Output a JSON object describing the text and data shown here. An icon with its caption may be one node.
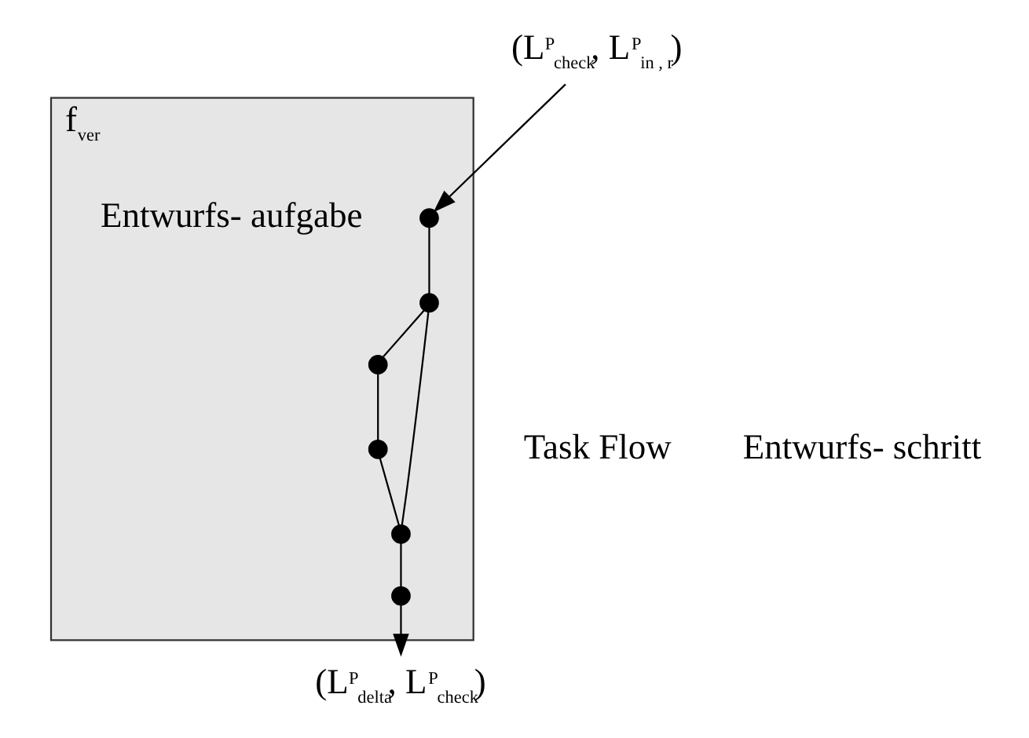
{
  "diagram": {
    "nodes": [
      {
        "text": [
          "(L$^{P}$$_{check}$, L$^{P}$$_{in , r}$)"
        ]
      },
      {
        "text": [
          "f$_{ver}$"
        ]
      },
      {
        "text": [],
        "shape": "circle",
        "in": 1
      },
      {
        "text": [],
        "shape": "circle",
        "in": 1
      },
      {
        "text": [],
        "shape": "circle",
        "in": 1
      },
      {
        "text": [],
        "shape": "circle",
        "in": 1
      },
      {
        "text": [],
        "shape": "circle",
        "in": 1
      },
      {
        "text": [],
        "shape": "circle",
        "in": 1
      },
      {
        "text": [
          "(L$^{P}$$_{delta}$, L$^{P}$$_{check}$)"
        ]
      }
    ],
    "edges": [
      {
        "from": 0,
        "to": 2,
        "arrow": "to"
      },
      {
        "from": 2,
        "to": 3,
        "arrow": "none"
      },
      {
        "from": 3,
        "to": 4,
        "arrow": "none"
      },
      {
        "from": 4,
        "to": 5,
        "arrow": "none"
      },
      {
        "from": 5,
        "to": 6,
        "arrow": "none"
      },
      {
        "from": 3,
        "to": 6,
        "arrow": "none"
      },
      {
        "from": 6,
        "to": 7,
        "arrow": "none"
      },
      {
        "from": 7,
        "to": 8,
        "arrow": "to"
      }
    ],
    "labels": [
      "Entwurfs- aufgabe",
      "Task Flow",
      "Entwurfs- schritt"
    ]
  }
}
